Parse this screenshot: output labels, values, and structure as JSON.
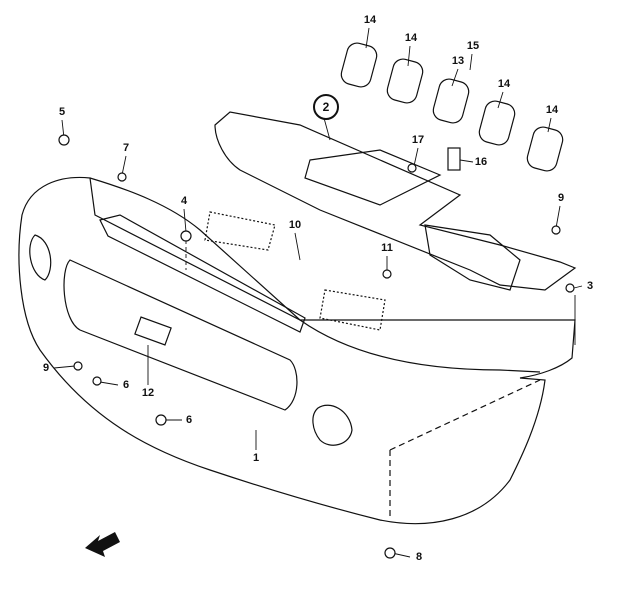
{
  "diagram": {
    "title_hidden": null,
    "callouts": [
      {
        "id": "c14a",
        "text": "14"
      },
      {
        "id": "c14b",
        "text": "14"
      },
      {
        "id": "c15",
        "text": "15"
      },
      {
        "id": "c13",
        "text": "13"
      },
      {
        "id": "c14c",
        "text": "14"
      },
      {
        "id": "c14d",
        "text": "14"
      },
      {
        "id": "c2",
        "text": "2"
      },
      {
        "id": "c5",
        "text": "5"
      },
      {
        "id": "c7",
        "text": "7"
      },
      {
        "id": "c17",
        "text": "17"
      },
      {
        "id": "c16",
        "text": "16"
      },
      {
        "id": "c9a",
        "text": "9"
      },
      {
        "id": "c4",
        "text": "4"
      },
      {
        "id": "c10",
        "text": "10"
      },
      {
        "id": "c11",
        "text": "11"
      },
      {
        "id": "c3",
        "text": "3"
      },
      {
        "id": "c9b",
        "text": "9"
      },
      {
        "id": "c6a",
        "text": "6"
      },
      {
        "id": "c12",
        "text": "12"
      },
      {
        "id": "c6b",
        "text": "6"
      },
      {
        "id": "c1",
        "text": "1"
      },
      {
        "id": "c8",
        "text": "8"
      }
    ],
    "line_color": "#111111"
  }
}
